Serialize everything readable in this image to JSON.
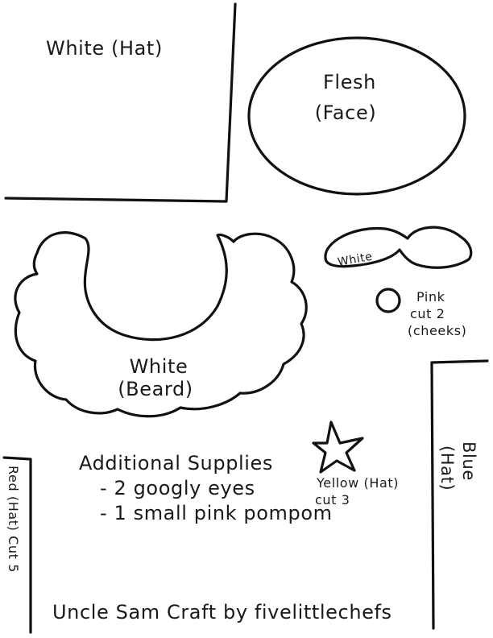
{
  "template": {
    "hat_white_label": "White (Hat)",
    "face_color": "Flesh",
    "face_part": "(Face)",
    "mustache_label": "White",
    "cheeks": {
      "color": "Pink",
      "count": "cut 2",
      "part": "(cheeks)"
    },
    "beard_color": "White",
    "beard_part": "(Beard)",
    "star": {
      "label": "Yellow (Hat)",
      "count": "cut 3"
    },
    "blue_hat": {
      "color": "Blue",
      "part": "(Hat)"
    },
    "red_hat_label": "Red (Hat) Cut 5",
    "supplies": {
      "heading": "Additional Supplies",
      "items": [
        "- 2 googly eyes",
        "- 1 small pink pompom"
      ]
    },
    "footer": "Uncle Sam Craft by fivelittlechefs"
  }
}
